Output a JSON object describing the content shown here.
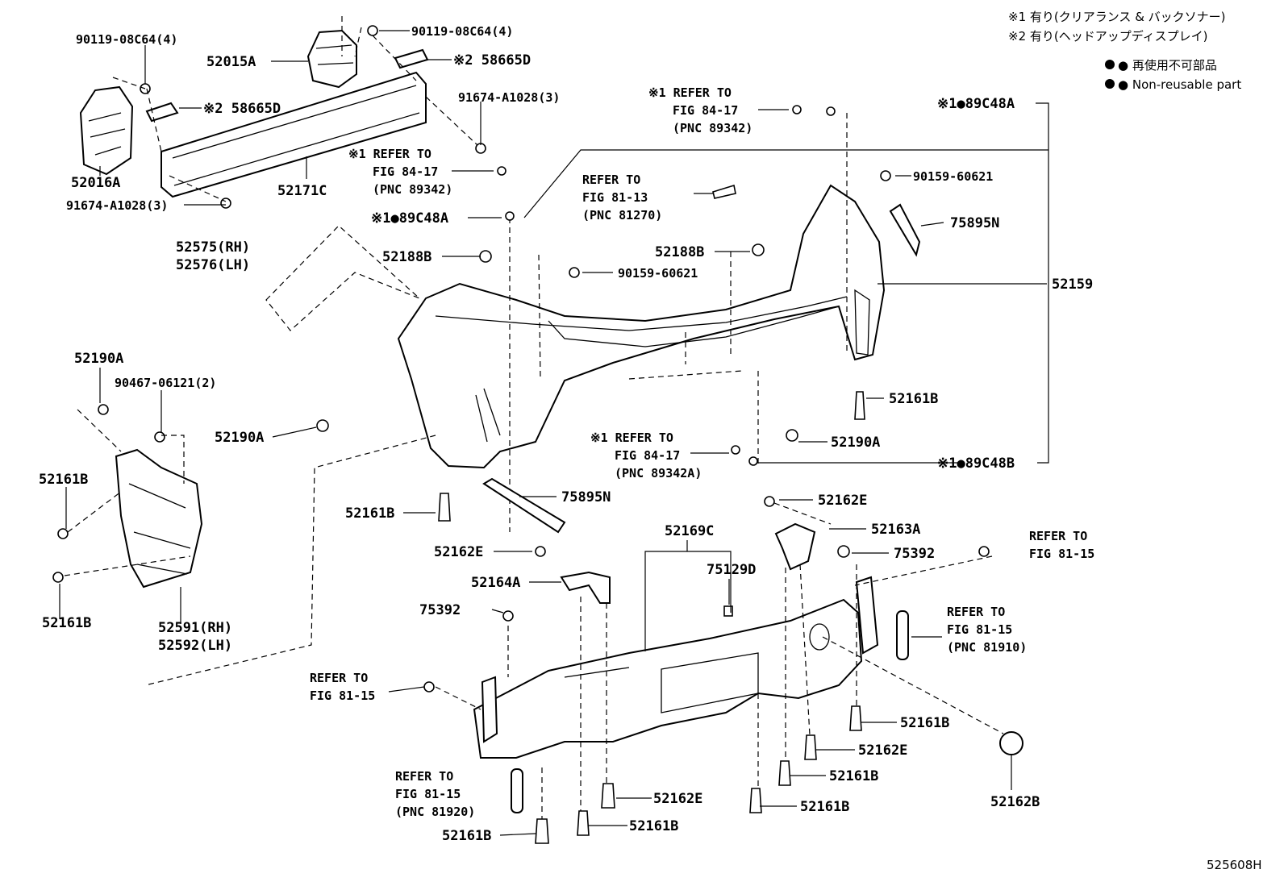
{
  "notes": {
    "line1": "※1 有り(クリアランス & バックソナー)",
    "line2": "※2 有り(ヘッドアップディスプレイ)",
    "line3": "● 再使用不可部品",
    "line4": "● Non-reusable part"
  },
  "diagram_id": "525608H",
  "callouts": {
    "c01": "90119-08C64(4)",
    "c02": "52015A",
    "c03": "90119-08C64(4)",
    "c04": "※2 58665D",
    "c05": "※2 58665D",
    "c06": "91674-A1028(3)",
    "c07": "52016A",
    "c08": "91674-A1028(3)",
    "c09": "52171C",
    "c10a": "※1 REFER TO",
    "c10b": "FIG 84-17",
    "c10c": "(PNC 89342)",
    "c11": "※1●89C48A",
    "c12a": "※1 REFER TO",
    "c12b": "FIG 84-17",
    "c12c": "(PNC 89342)",
    "c13": "※1●89C48A",
    "c14": "90159-60621",
    "c15a": "REFER TO",
    "c15b": "FIG 81-13",
    "c15c": "(PNC 81270)",
    "c16": "75895N",
    "c17a": "52575(RH)",
    "c17b": "52576(LH)",
    "c18": "52188B",
    "c19": "52188B",
    "c20": "90159-60621",
    "c21": "52159",
    "c22": "52190A",
    "c23": "90467-06121(2)",
    "c24": "52161B",
    "c25": "52190A",
    "c26": "52190A",
    "c27a": "※1 REFER TO",
    "c27b": "FIG 84-17",
    "c27c": "(PNC 89342A)",
    "c28": "※1●89C48B",
    "c29": "52161B",
    "c30": "52161B",
    "c31": "75895N",
    "c32": "52162E",
    "c33": "52161B",
    "c34": "52169C",
    "c35": "52163A",
    "c36a": "REFER TO",
    "c36b": "FIG 81-15",
    "c37": "52162E",
    "c38": "75392",
    "c39a": "52591(RH)",
    "c39b": "52592(LH)",
    "c40": "52164A",
    "c41": "75129D",
    "c42": "75392",
    "c43a": "REFER TO",
    "c43b": "FIG 81-15",
    "c43c": "(PNC 81910)",
    "c44a": "REFER TO",
    "c44b": "FIG 81-15",
    "c45": "52161B",
    "c46": "52162E",
    "c47": "52161B",
    "c48a": "REFER TO",
    "c48b": "FIG 81-15",
    "c48c": "(PNC 81920)",
    "c49": "52162E",
    "c50": "52161B",
    "c51": "52162B",
    "c52": "52161B",
    "c53": "52161B"
  }
}
